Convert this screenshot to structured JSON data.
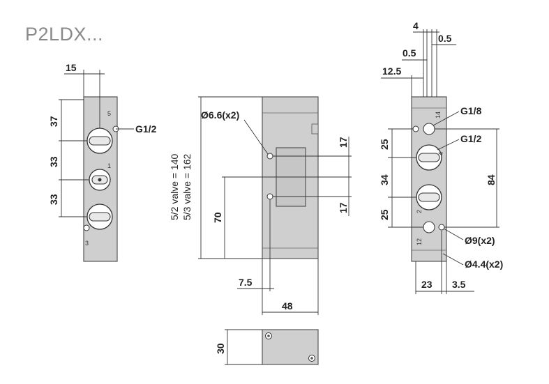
{
  "title": "P2LDX...",
  "left_view": {
    "dim_width": "15",
    "dim_1": "37",
    "dim_2": "33",
    "dim_3": "33",
    "port_label": "G1/2",
    "port_nums": [
      "5",
      "1",
      "3"
    ]
  },
  "middle_view": {
    "hole_label": "Ø6.6(x2)",
    "note_1": "5/2 valve = 140",
    "note_2": "5/3 valve = 162",
    "dim_top": "17",
    "dim_bottom": "17",
    "dim_70": "70",
    "dim_7_5": "7.5",
    "dim_48": "48"
  },
  "bottom_view": {
    "dim_30": "30"
  },
  "right_view": {
    "dim_4": "4",
    "dim_0_5a": "0.5",
    "dim_0_5b": "0.5",
    "dim_12_5": "12.5",
    "pilot_label": "G1/8",
    "port_label": "G1/2",
    "dim_25a": "25",
    "dim_34": "34",
    "dim_25b": "25",
    "dim_84": "84",
    "hole_9": "Ø9(x2)",
    "hole_4_4": "Ø4.4(x2)",
    "dim_23": "23",
    "dim_3_5": "3.5",
    "port_nums": [
      "14",
      "4",
      "2",
      "12"
    ]
  }
}
